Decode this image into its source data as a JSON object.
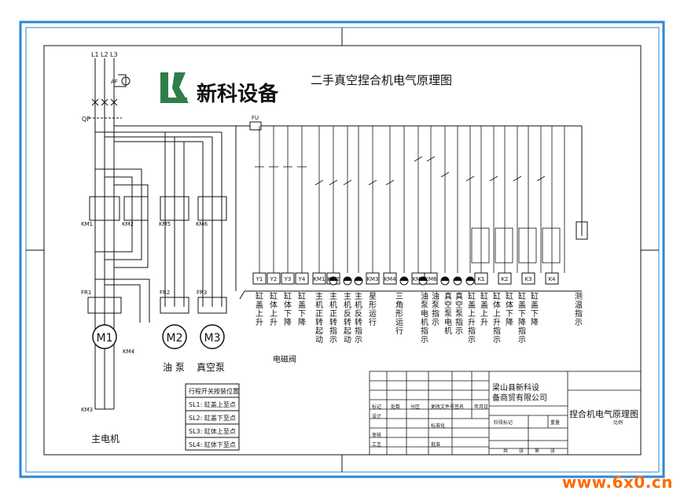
{
  "title": "二手真空捏合机电气原理图",
  "logo": {
    "mark": "LK",
    "text": "新科设备"
  },
  "power_lines": [
    "L1",
    "L2",
    "L3"
  ],
  "motors": [
    {
      "id": "M1",
      "caption": "主电机"
    },
    {
      "id": "M2",
      "caption": "油 泵"
    },
    {
      "id": "M3",
      "caption": "真空泵"
    }
  ],
  "left_labels": {
    "qf": "QF",
    "km1": "KM1",
    "km2": "KM2",
    "km3": "KM3",
    "km4": "KM4",
    "km5": "KM5",
    "km6": "KM6",
    "fr1": "FR1",
    "fr2": "FR2",
    "fr3": "FR3",
    "af": "AF"
  },
  "fuse": "FU",
  "coils": [
    "Y1",
    "Y2",
    "Y3",
    "Y4",
    "KM1",
    "KM2",
    "KM3",
    "KM4",
    "KM5",
    "KM6",
    "K1",
    "K2",
    "K3",
    "K4"
  ],
  "valve_caption": "电磁阀",
  "functions": [
    "缸盖上升",
    "缸体上升",
    "缸体下降",
    "缸盖下降",
    "主机正转起动",
    "主机正转指示",
    "主机反转起动",
    "主机反转指示",
    "星形运行",
    "三角形运行",
    "油泵电机指示",
    "油泵指示",
    "真空泵电机",
    "真空泵指示",
    "缸盖上升指示",
    "缸盖上升",
    "缸体上升指示",
    "缸体下降",
    "缸盖下降指示",
    "缸盖下降",
    "测温指示"
  ],
  "limit_table": {
    "header": "行程开关按装位置",
    "rows": [
      "SL1: 缸盖上至点",
      "SL2: 缸盖下至点",
      "SL3: 缸体上至点",
      "SL4: 缸体下至点"
    ]
  },
  "title_block": {
    "company": "梁山县新科设备商贸有限公司",
    "drawing_name": "捏合机电气原理图",
    "cells": [
      "标记",
      "处数",
      "分区",
      "更改文件号",
      "签名",
      "年月日",
      "设计",
      "标准化",
      "审核",
      "工艺",
      "批准",
      "阶段标记",
      "重量",
      "比例",
      "共",
      "张",
      "第",
      "张"
    ]
  },
  "watermark": "www.6x0.cn",
  "colors": {
    "frame": "#2e86d6",
    "line": "#111111",
    "accent": "#ff6a00",
    "logo_green": "#2f7d4a"
  }
}
